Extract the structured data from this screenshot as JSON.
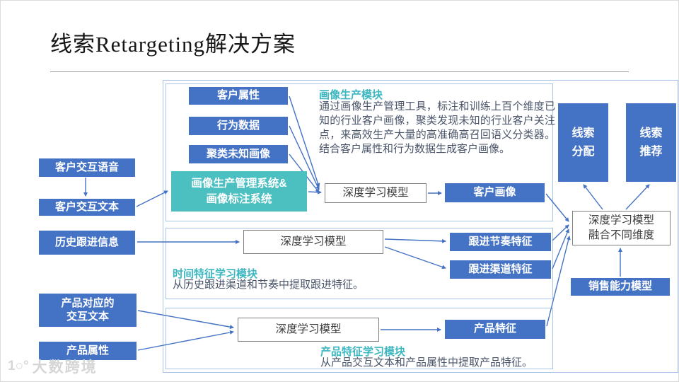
{
  "title": "线索Retargeting解决方案",
  "colors": {
    "box_blue": "#4472C4",
    "box_teal": "#4CBFC1",
    "group_border": "#A9C6E8",
    "heading_teal": "#3CB7C1",
    "body_text": "#4a5469",
    "arrow": "#4472C4"
  },
  "left_column": {
    "voice": "客户交互语音",
    "text": "客户交互文本",
    "history": "历史跟进信息",
    "product_text_line1": "产品对应的",
    "product_text_line2": "交互文本",
    "product_attr": "产品属性"
  },
  "portrait_module": {
    "heading": "画像生产模块",
    "body": "通过画像生产管理工具，标注和训练上百个维度已知的行业客户画像，聚类发现未知的行业客户关注点，来高效生产大量的高准确高召回语义分类器。结合客户属性和行为数据生成客户画像。",
    "input1": "客户属性",
    "input2": "行为数据",
    "input3": "聚类未知画像",
    "system_line1": "画像生产管理系统&",
    "system_line2": "画像标注系统",
    "model": "深度学习模型",
    "output": "客户画像"
  },
  "time_module": {
    "heading": "时间特征学习模块",
    "body": "从历史跟进渠道和节奏中提取跟进特征。",
    "model": "深度学习模型",
    "output1": "跟进节奏特征",
    "output2": "跟进渠道特征"
  },
  "product_module": {
    "heading": "产品特征学习模块",
    "body": "从产品交互文本和产品属性中提取产品特征。",
    "model": "深度学习模型",
    "output": "产品特征"
  },
  "fusion_section": {
    "fusion_line1": "深度学习模型",
    "fusion_line2": "融合不同维度",
    "sales_model": "销售能力模型",
    "assign_line1": "线索",
    "assign_line2": "分配",
    "recommend_line1": "线索",
    "recommend_line2": "推荐"
  },
  "watermark": {
    "logo_glyph": "1○°",
    "text": "大数跨境"
  }
}
